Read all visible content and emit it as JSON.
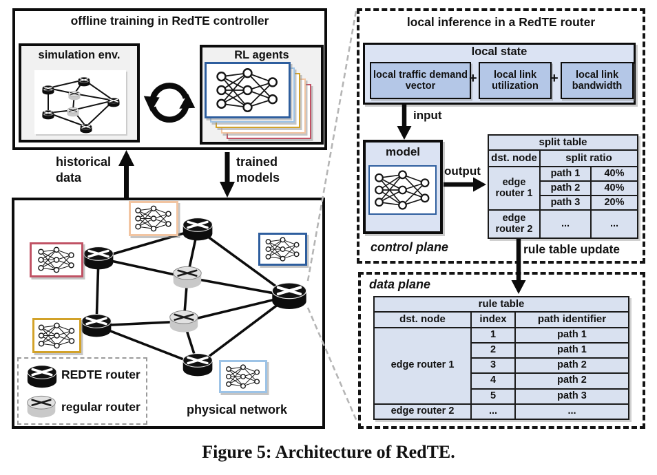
{
  "figure": {
    "caption": "Figure 5: Architecture of RedTE."
  },
  "colors": {
    "panel_fill": "#dbe3f3",
    "state_item_fill": "#b4c7e7",
    "table_fill": "#d9e1f0",
    "dark_blue_border": "#2e5e9e",
    "light_blue_border": "#9dc3e6",
    "gold_border": "#d2a229",
    "peach_border": "#f2c5a2",
    "red_border": "#c05264",
    "router_black": "#0d0d0d",
    "router_gray": "#c9c9c9"
  },
  "offline": {
    "title": "offline training in RedTE controller",
    "sim_env_label": "simulation env.",
    "rl_agents_label": "RL agents",
    "historical_label_1": "historical",
    "historical_label_2": "data",
    "trained_label_1": "trained",
    "trained_label_2": "models"
  },
  "physical": {
    "label": "physical network",
    "legend_redte": "REDTE router",
    "legend_regular": "regular router"
  },
  "inference": {
    "title": "local inference in a RedTE router",
    "local_state_title": "local state",
    "state_item_1": "local traffic demand vector",
    "state_item_2": "local link utilization",
    "state_item_3": "local link bandwidth",
    "plus": "+",
    "input_label": "input",
    "model_label": "model",
    "output_label": "output",
    "control_plane_label": "control plane",
    "rule_table_update_label": "rule table update",
    "data_plane_label": "data plane"
  },
  "split_table": {
    "title": "split table",
    "col_dst_node": "dst. node",
    "col_split_ratio": "split ratio",
    "group_1": "edge router 1",
    "rows": [
      [
        "path 1",
        "40%"
      ],
      [
        "path 2",
        "40%"
      ],
      [
        "path 3",
        "20%"
      ]
    ],
    "group_2": "edge router 2",
    "ellipsis": "..."
  },
  "rule_table": {
    "title": "rule table",
    "col_dst_node": "dst. node",
    "col_index": "index",
    "col_path_identifier": "path identifier",
    "group_1": "edge router 1",
    "rows": [
      [
        "1",
        "path 1"
      ],
      [
        "2",
        "path 1"
      ],
      [
        "3",
        "path 2"
      ],
      [
        "4",
        "path 2"
      ],
      [
        "5",
        "path 3"
      ]
    ],
    "group_2": "edge router 2",
    "ellipsis": "..."
  }
}
